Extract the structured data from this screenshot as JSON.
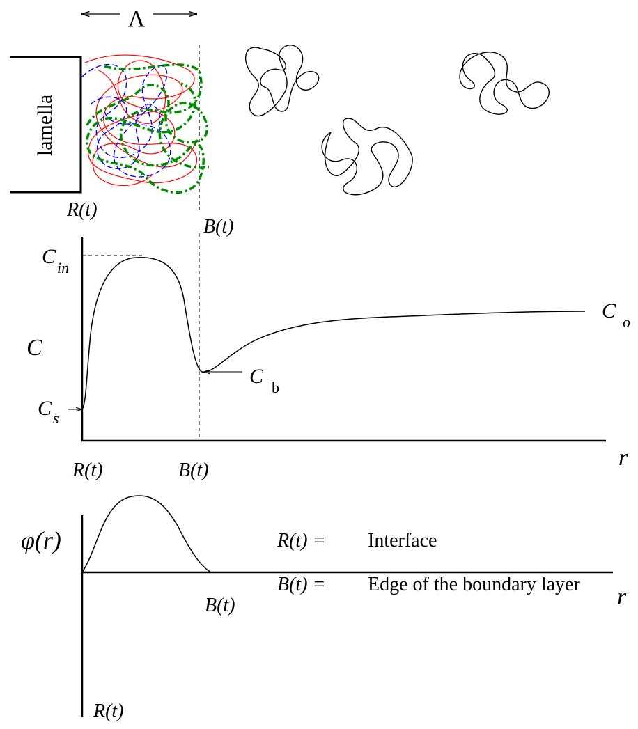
{
  "top_panel": {
    "spacing_symbol": "Λ",
    "lamella_label": "lamella",
    "interface_label": "R(t)",
    "boundary_label": "B(t)"
  },
  "concentration_plot": {
    "y_label": "C",
    "x_label": "r",
    "c_in_label": "C",
    "c_in_sub": "in",
    "c_s_label": "C",
    "c_s_sub": "s",
    "c_b_label": "C",
    "c_b_sub": "b",
    "c_o_label": "C",
    "c_o_sub": "o",
    "r_tick": "R(t)",
    "b_tick": "B(t)"
  },
  "phi_plot": {
    "y_label": "φ(r)",
    "x_label": "r",
    "r_tick": "R(t)",
    "b_tick": "B(t)"
  },
  "legend": {
    "row1_symbol": "R(t) =",
    "row1_text": "Interface",
    "row2_symbol": "B(t) =",
    "row2_text": "Edge of the boundary layer"
  },
  "colors": {
    "line": "#000000",
    "red_chains": "#ff0000",
    "blue_chains": "#0000ff",
    "green_chains": "#008c00"
  }
}
